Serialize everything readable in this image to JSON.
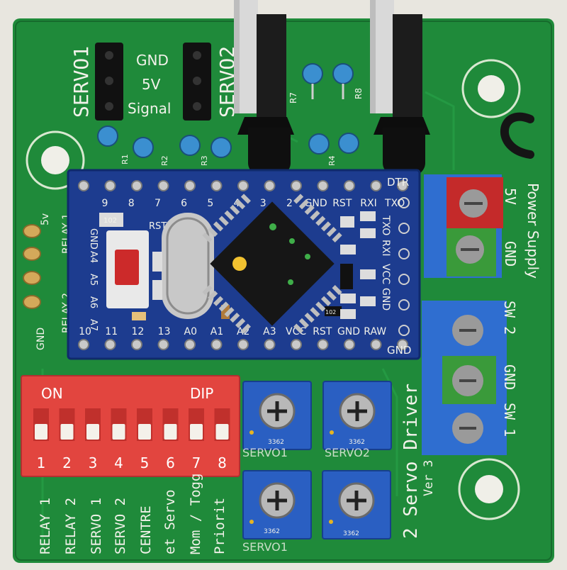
{
  "board": {
    "servo1": "SERVO1",
    "servo2": "SERVO2",
    "header_pins": [
      "GND",
      "5V",
      "Signal"
    ],
    "title": "2 Servo Driver",
    "version": "Ver 3",
    "power_supply": "Power Supply",
    "power_5v": "5V",
    "power_gnd": "GND",
    "sw2": "SW 2",
    "sw1": "SW 1",
    "sw_gnd": "GND",
    "r1": "R1",
    "r2": "R2",
    "r3": "R3",
    "r4": "R4",
    "r7": "R7",
    "r8": "R8",
    "plus5v": "5v",
    "relay1_side": "RELAY 1",
    "relay2_side": "RELAY 2",
    "gnd_side": "GND",
    "trim1": "SERVO1",
    "trim2": "SERVO2",
    "trim3": "SERVO1",
    "trim_code": "3362",
    "trim_code2": "3362",
    "trim_code3": "3362",
    "trim_code4": "3362",
    "bottom_labels": [
      "RELAY 1",
      "RELAY 2",
      "SERVO 1",
      "SERVO 2",
      "CENTRE",
      "et Servo",
      "Mom / Togg",
      "Priorit"
    ]
  },
  "arduino": {
    "top_pins": [
      "9",
      "8",
      "7",
      "6",
      "5",
      "4",
      "3",
      "2",
      "GND",
      "RST",
      "RXI",
      "TXO"
    ],
    "dtr": "DTR",
    "bottom_pins": [
      "10",
      "11",
      "12",
      "13",
      "A0",
      "A1",
      "A2",
      "A3",
      "VCC",
      "RST",
      "GND",
      "RAW"
    ],
    "gnd_corner": "GND",
    "left_labels": [
      "GND",
      "A4",
      "A5",
      "A6",
      "A7"
    ],
    "right_labels": [
      "TXO",
      "RXI",
      "VCC",
      "GND"
    ],
    "rst": "RST",
    "part_102": "102",
    "part_102b": "102"
  },
  "dip": {
    "on": "ON",
    "dip": "DIP",
    "numbers": [
      "1",
      "2",
      "3",
      "4",
      "5",
      "6",
      "7",
      "8"
    ]
  },
  "colors": {
    "pcb": "#1f8a3a",
    "arduino": "#1d3c8f",
    "dip": "#e2453f",
    "trimmer": "#2a5fc2",
    "terminal": "#2f6ed0"
  }
}
